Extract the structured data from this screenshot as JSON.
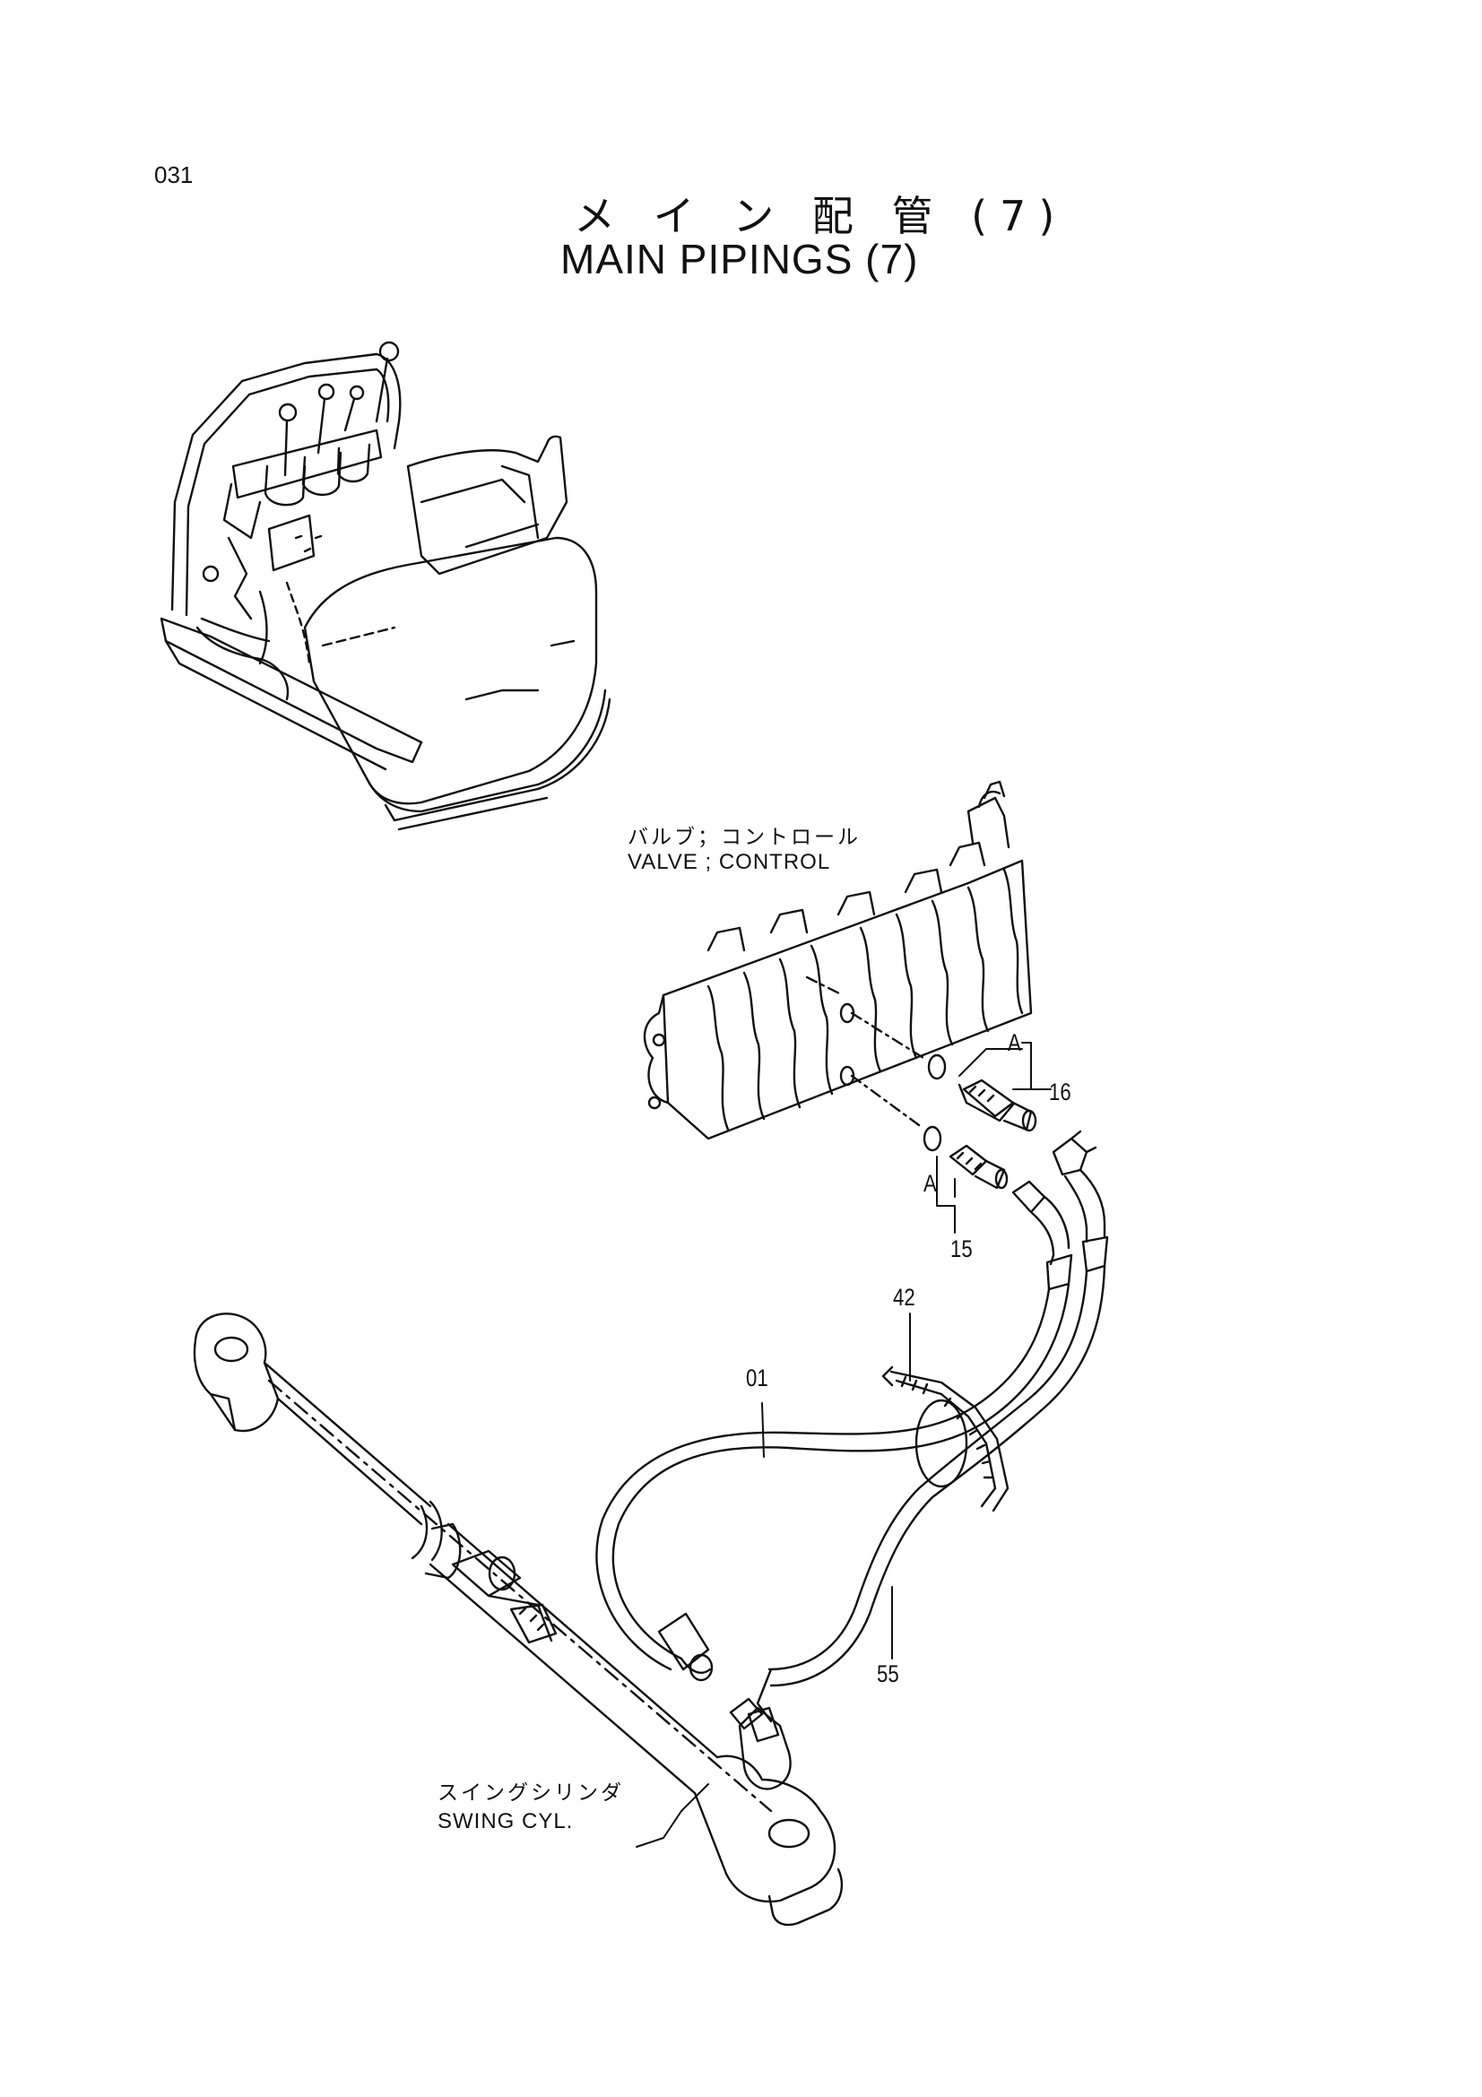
{
  "page": {
    "number": "031"
  },
  "title": {
    "japanese": "メ イ ン 配 管 (7)",
    "english": "MAIN PIPINGS (7)"
  },
  "components": {
    "control_valve": {
      "label_jp": "バルブ；コントロール",
      "label_en": "VALVE ; CONTROL"
    },
    "swing_cylinder": {
      "label_jp": "スイングシリンダ",
      "label_en": "SWING CYL."
    }
  },
  "callouts": {
    "part_16": "16",
    "part_15": "15",
    "part_42": "42",
    "part_01": "01",
    "part_55": "55",
    "ref_a_upper": "A",
    "ref_a_lower": "A"
  }
}
